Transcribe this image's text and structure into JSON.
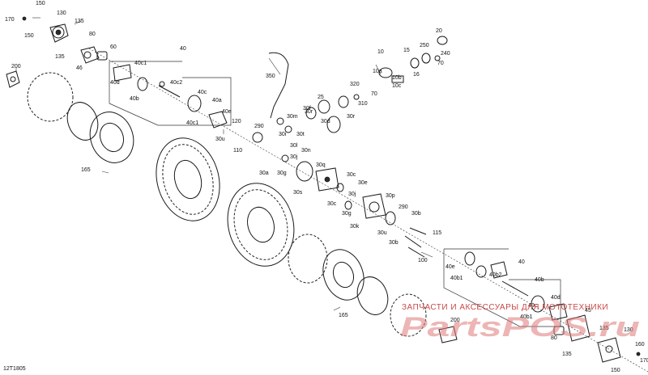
{
  "drawing_number": "12T1805",
  "watermark": {
    "caption": "ЗАПЧАСТИ И АКСЕССУАРЫ ДЛЯ МОТОТЕХНИКИ",
    "logo": "PartsPOS.ru"
  },
  "callouts": [
    "150",
    "170",
    "150",
    "130",
    "135",
    "135",
    "80",
    "60",
    "46",
    "200",
    "40",
    "40c1",
    "40d",
    "40b",
    "40c2",
    "40c",
    "40a",
    "40e",
    "40c1",
    "120",
    "110",
    "290",
    "30u",
    "165",
    "350",
    "30r",
    "30i",
    "30m",
    "30t",
    "30l",
    "30j",
    "30n",
    "30g",
    "30a",
    "30s",
    "30q",
    "30c",
    "30e",
    "30c",
    "30j",
    "30g",
    "30k",
    "30p",
    "290",
    "30b",
    "30u",
    "30b",
    "115",
    "100",
    "10",
    "10a",
    "10b",
    "10c",
    "15",
    "16",
    "20",
    "250",
    "240",
    "70",
    "320",
    "310",
    "70",
    "25",
    "30f",
    "30r",
    "30d",
    "40",
    "40e",
    "40b1",
    "40b2",
    "40b",
    "40d",
    "40b1",
    "40c",
    "45",
    "80",
    "200",
    "165",
    "135",
    "135",
    "130",
    "150",
    "160",
    "170"
  ]
}
